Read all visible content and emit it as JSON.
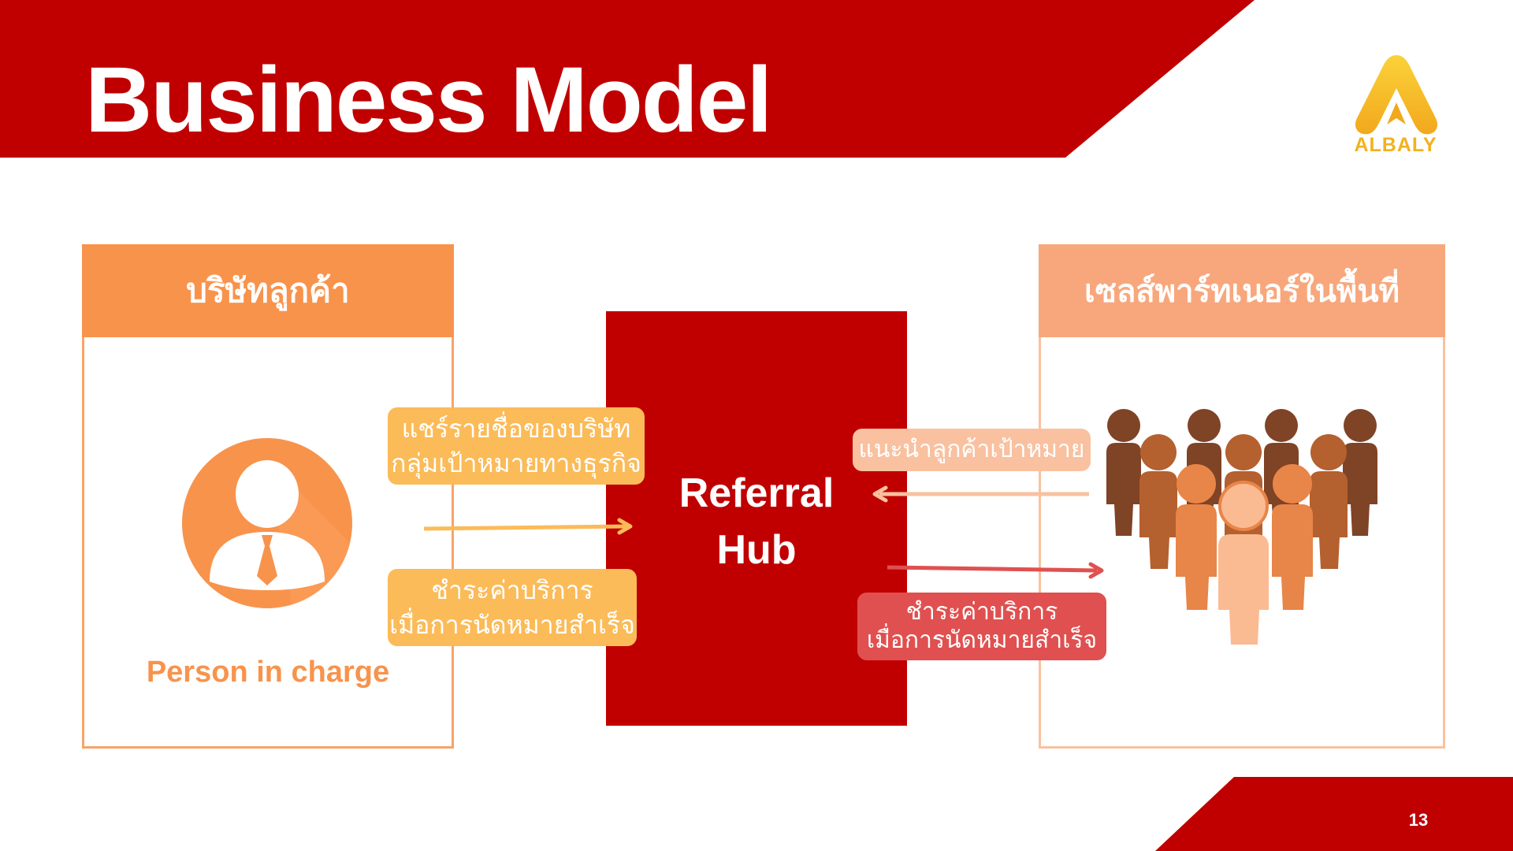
{
  "header": {
    "title": "Business Model",
    "logo_text": "ALBALY"
  },
  "left_panel": {
    "heading": "บริษัทลูกค้า",
    "person_label": "Person in charge"
  },
  "right_panel": {
    "heading": "เซลส์พาร์ทเนอร์ในพื้นที่"
  },
  "hub": {
    "line1": "Referral",
    "line2": "Hub"
  },
  "flows": {
    "company_to_hub": {
      "line1": "แชร์รายชื่อของบริษัท",
      "line2": "กลุ่มเป้าหมายทางธุรกิจ"
    },
    "company_payment": {
      "line1": "ชำระค่าบริการ",
      "line2": "เมื่อการนัดหมายสำเร็จ"
    },
    "partner_to_hub": {
      "line1": "แนะนำลูกค้าเป้าหมาย"
    },
    "hub_payment": {
      "line1": "ชำระค่าบริการ",
      "line2": "เมื่อการนัดหมายสำเร็จ"
    }
  },
  "footer": {
    "page_number": "13"
  },
  "colors": {
    "brand_red": "#c00000",
    "orange": "#f8934c",
    "peach": "#f8a77c",
    "yellow": "#fbbb58",
    "gold": "#f2b21e",
    "coral": "#e05050"
  }
}
